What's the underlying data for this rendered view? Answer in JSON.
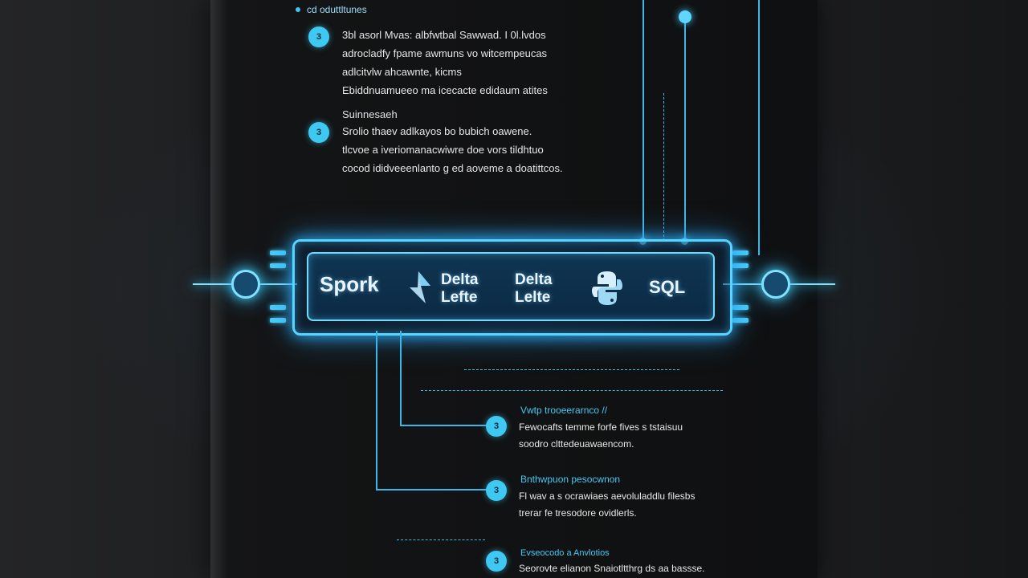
{
  "header": {
    "label": "cd oduttltunes"
  },
  "top_items": [
    {
      "badge": "3",
      "lines": [
        "3bl asorl Mvas: albfwtbal Sawwad. I 0l.lvdos",
        "adrocladfy fpame awmuns vo witcempeucas",
        "adlcitvlw ahcawnte, kicms",
        "Ebiddnuamueeo ma icecacte edidaum atites"
      ]
    },
    {
      "heading": "Suinnesaeh",
      "badge": "3",
      "lines": [
        "Srolio thaev adlkayos bo bubich oawene.",
        "tlcvoe a iveriomanacwiwre doe vors tildhtuo",
        "cocod ididveeenlanto g ed aoveme a doatittcos."
      ]
    }
  ],
  "bar": {
    "labels": {
      "spark": "Spork",
      "delta1_line1": "Delta",
      "delta1_line2": "Lefte",
      "delta2_line1": "Delta",
      "delta2_line2": "Lelte",
      "sql": "SQL"
    },
    "icons": [
      "delta-icon",
      "python-icon"
    ]
  },
  "bottom_items": [
    {
      "badge": "3",
      "heading": "Vwtp trooeerarnco //",
      "lines": [
        "Fewocafts temme forfe fives s tstaisuu",
        "soodro clttedeuawaencom."
      ]
    },
    {
      "badge": "3",
      "heading": "Bnthwpuon pesocwnon",
      "lines": [
        "Fl wav a s ocrawiaes aevoluladdlu filesbs",
        "trerar fe tresodore ovidlerls."
      ]
    },
    {
      "badge": "3",
      "heading": "Evseocodo a Anvlotios",
      "lines": [
        "Seorovte elianon Snaiotltthrg ds aa bassse."
      ]
    }
  ],
  "colors": {
    "accent": "#3ec8f2",
    "glow": "#57d4ff",
    "background": "#1c1d1f",
    "panel": "#121314"
  }
}
